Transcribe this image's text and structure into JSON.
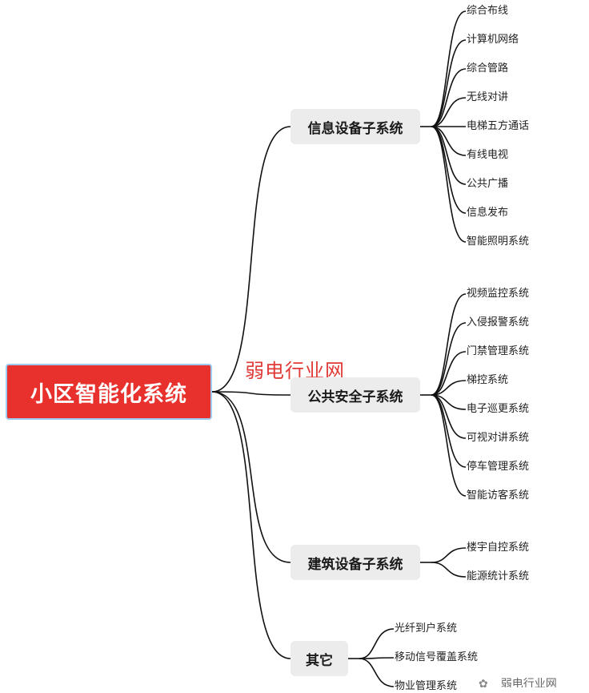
{
  "root": {
    "label": "小区智能化系统"
  },
  "watermark": "弱电行业网",
  "brand": {
    "text": "弱电行业网"
  },
  "branches": [
    {
      "label": "信息设备子系统",
      "leaves": [
        "综合布线",
        "计算机网络",
        "综合管路",
        "无线对讲",
        "电梯五方通话",
        "有线电视",
        "公共广播",
        "信息发布",
        "智能照明系统"
      ]
    },
    {
      "label": "公共安全子系统",
      "leaves": [
        "视频监控系统",
        "入侵报警系统",
        "门禁管理系统",
        "梯控系统",
        "电子巡更系统",
        "可视对讲系统",
        "停车管理系统",
        "智能访客系统"
      ]
    },
    {
      "label": "建筑设备子系统",
      "leaves": [
        "楼宇自控系统",
        "能源统计系统"
      ]
    },
    {
      "label": "其它",
      "leaves": [
        "光纤到户系统",
        "移动信号覆盖系统",
        "物业管理系统"
      ]
    }
  ]
}
